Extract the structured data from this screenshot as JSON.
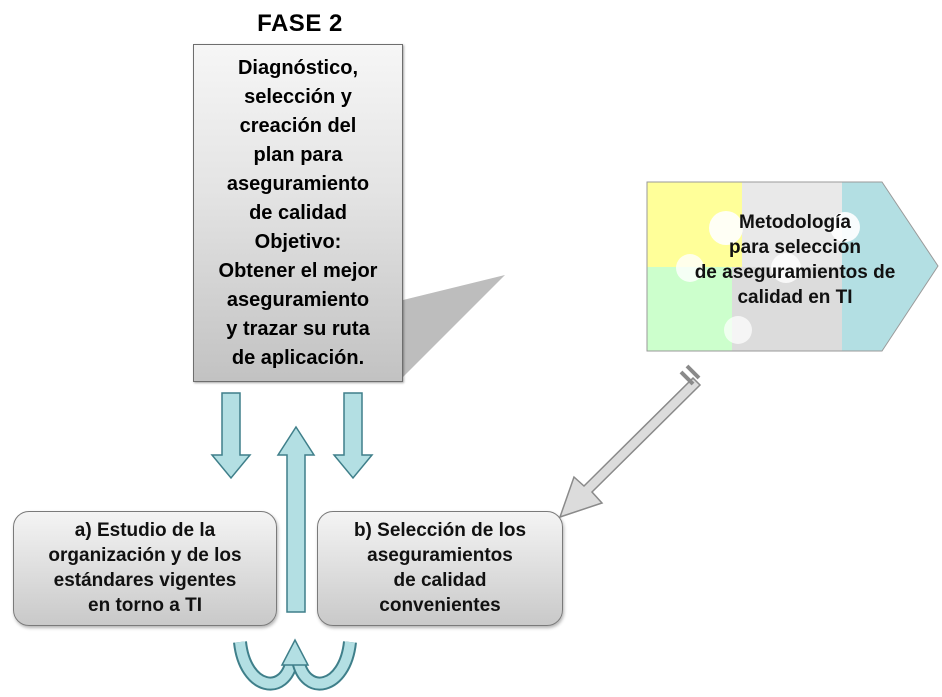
{
  "title": "FASE 2",
  "phase_box": {
    "lines": [
      "Diagnóstico,",
      "selección y",
      "creación del",
      "plan para",
      "aseguramiento",
      "de calidad",
      "Objetivo:",
      "Obtener el mejor",
      "aseguramiento",
      "y trazar su ruta",
      "de aplicación."
    ]
  },
  "methodology": {
    "lines": [
      "Metodología",
      "para selección",
      "de aseguramientos de",
      "calidad en TI"
    ],
    "colors": {
      "yellow": "#ffff99",
      "green": "#ccffcc",
      "gray": "#dddddd",
      "teal": "#b3dfe3"
    }
  },
  "box_a": {
    "lines": [
      "a) Estudio de la",
      "organización y de los",
      "estándares vigentes",
      "en torno a TI"
    ]
  },
  "box_b": {
    "lines": [
      "b) Selección de los",
      "aseguramientos",
      "de calidad",
      "convenientes"
    ]
  },
  "colors": {
    "arrow_fill": "#b3dfe3",
    "arrow_stroke": "#3f7f8a",
    "box_border": "#7a7a7a"
  }
}
